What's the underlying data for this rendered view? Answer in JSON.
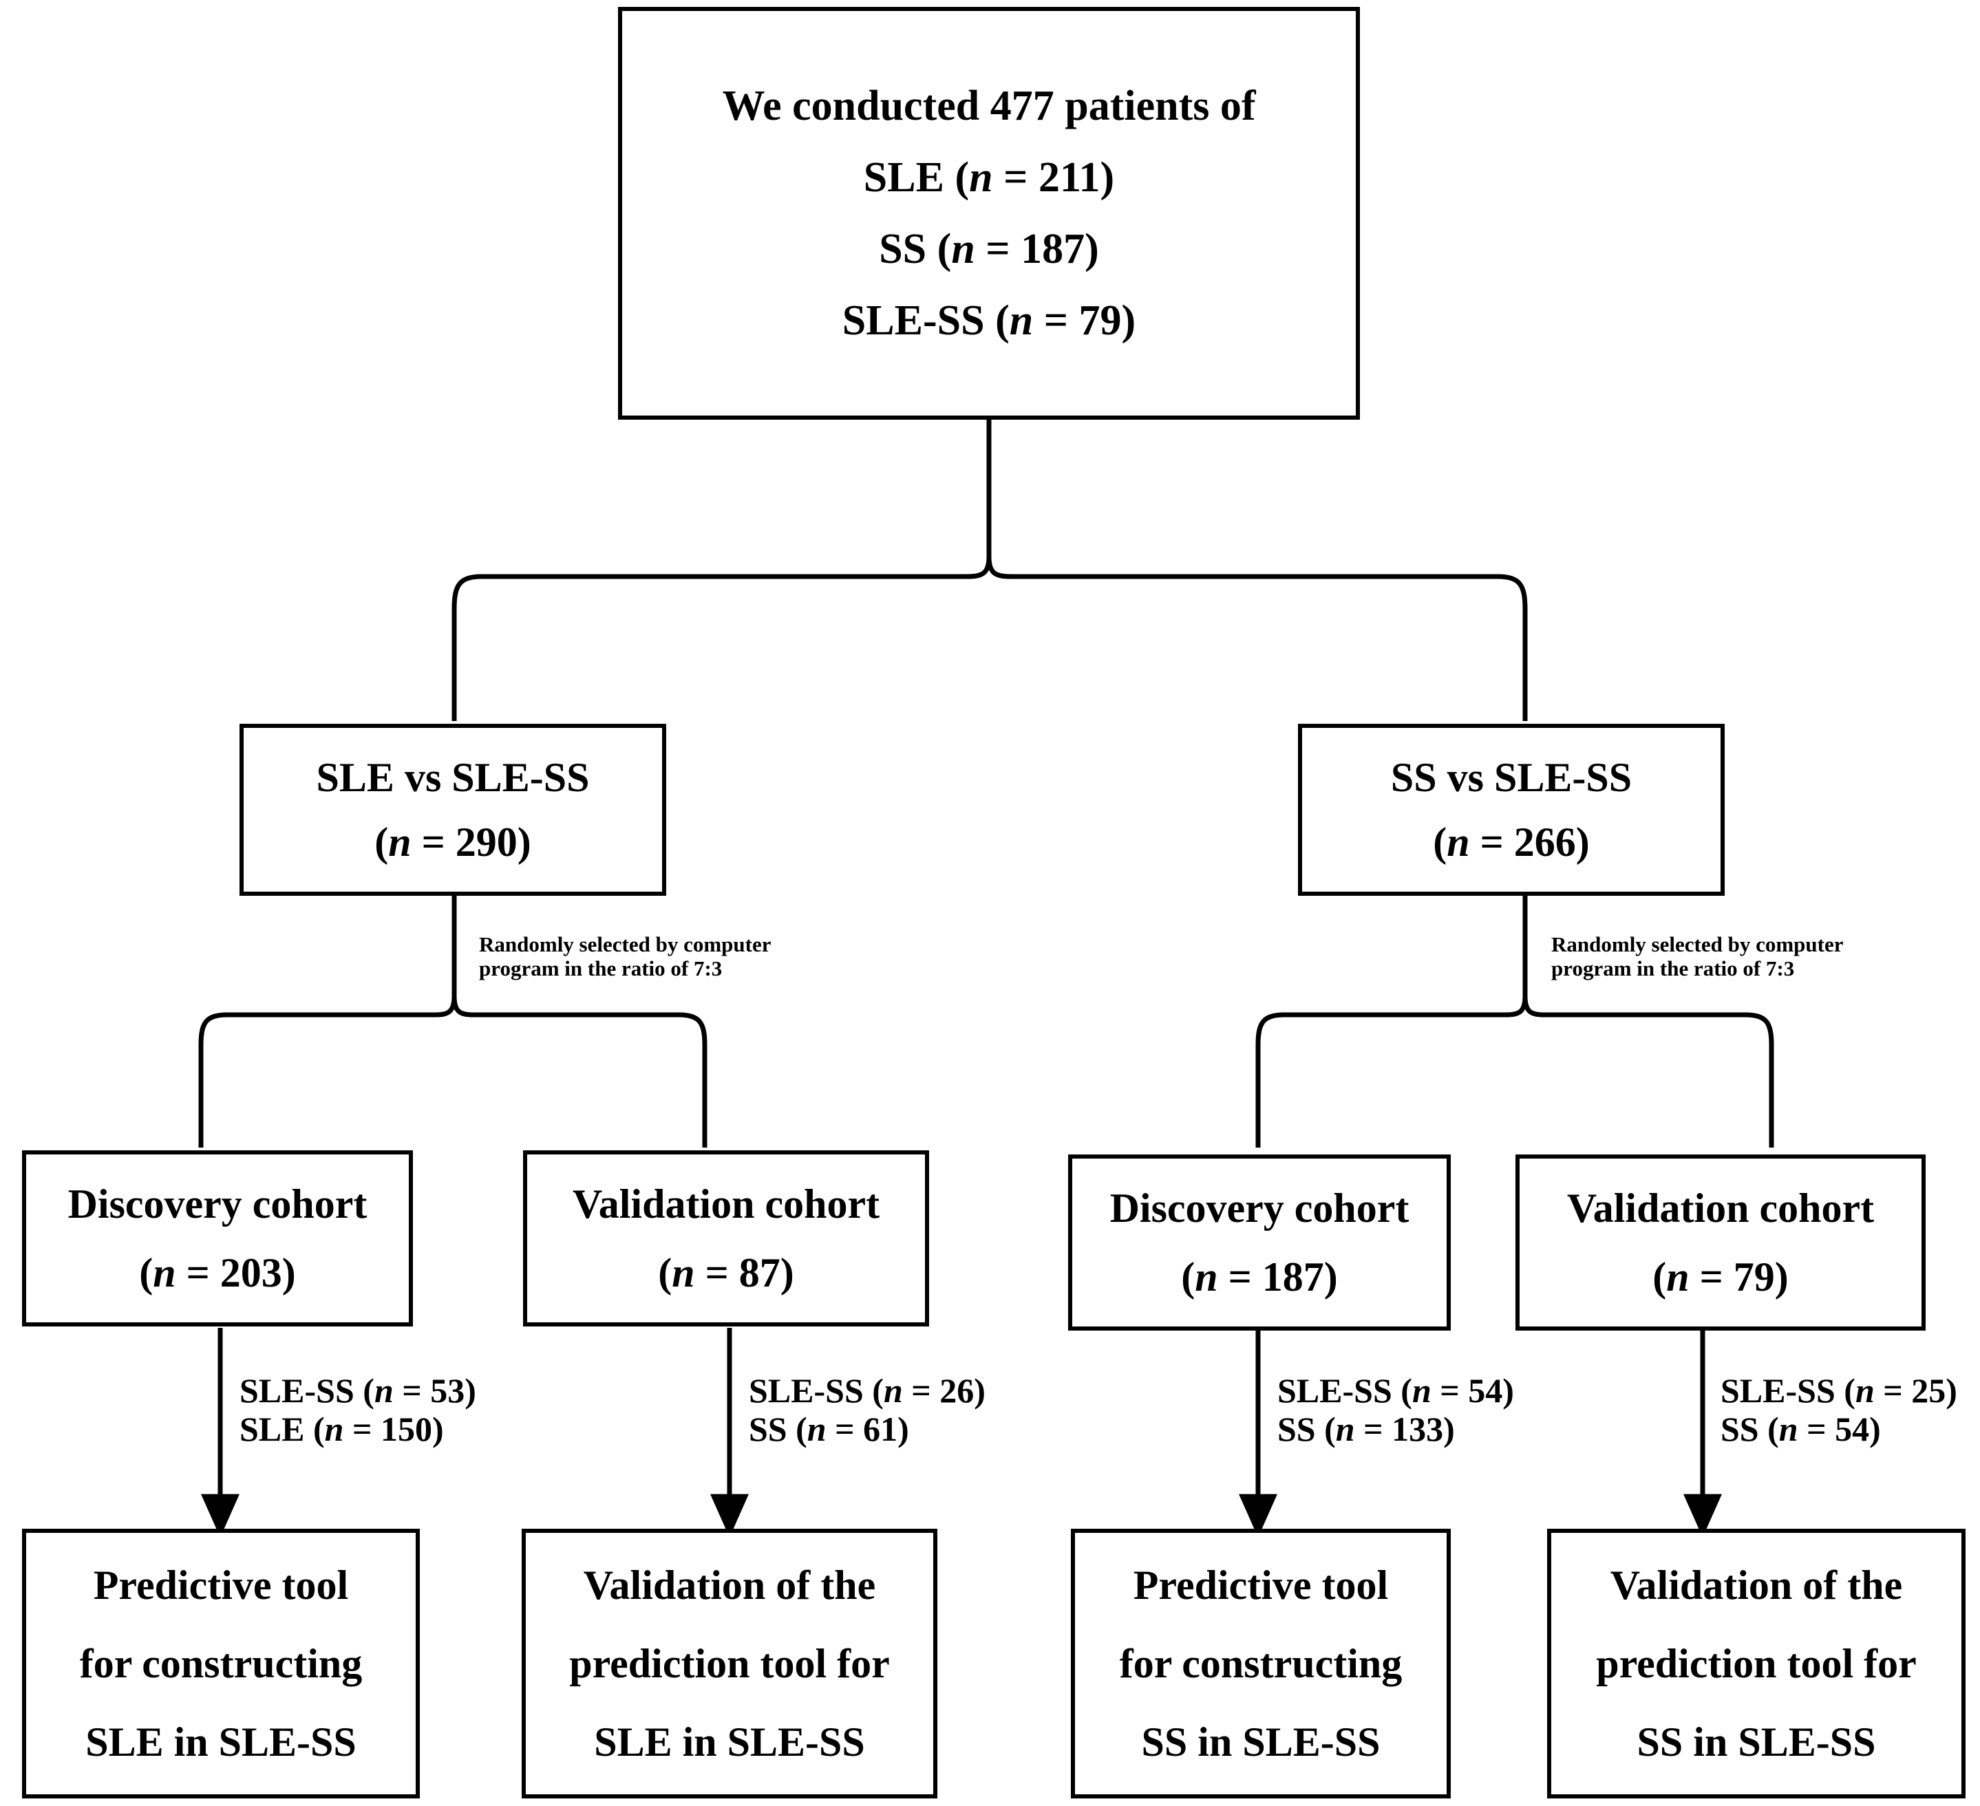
{
  "diagram": {
    "type": "study-flow-chart",
    "root": {
      "id": "enrollment",
      "lines": [
        "We conducted 477 patients of",
        "SLE (n = 211)",
        "SS (n = 187)",
        "SLE-SS (n = 79)"
      ],
      "total_patients": 477,
      "groups": [
        {
          "name": "SLE",
          "n": 211
        },
        {
          "name": "SS",
          "n": 187
        },
        {
          "name": "SLE-SS",
          "n": 79
        }
      ]
    },
    "comparisons": [
      {
        "id": "sle-vs-slss",
        "lines": [
          "SLE vs SLE-SS",
          "(n = 290)"
        ],
        "title": "SLE vs SLE-SS",
        "n": 290,
        "split_note": [
          "Randomly selected by computer",
          "program in the ratio of 7:3"
        ],
        "split_ratio": "7:3",
        "cohorts": [
          {
            "id": "sle-discovery",
            "lines": [
              "Discovery cohort",
              "(n = 203)"
            ],
            "title": "Discovery cohort",
            "n": 203,
            "breakdown": [
              "SLE-SS (n = 53)",
              "SLE (n = 150)"
            ],
            "outcome": {
              "id": "sle-predictive-tool",
              "lines": [
                "Predictive tool",
                "for constructing",
                "SLE in SLE-SS"
              ]
            }
          },
          {
            "id": "sle-validation",
            "lines": [
              "Validation cohort",
              "(n = 87)"
            ],
            "title": "Validation cohort",
            "n": 87,
            "breakdown": [
              "SLE-SS (n = 26)",
              "SS (n = 61)"
            ],
            "outcome": {
              "id": "sle-validation-tool",
              "lines": [
                "Validation of the",
                "prediction tool for",
                "SLE in SLE-SS"
              ]
            }
          }
        ]
      },
      {
        "id": "ss-vs-slss",
        "lines": [
          "SS vs SLE-SS",
          "(n = 266)"
        ],
        "title": "SS vs SLE-SS",
        "n": 266,
        "split_note": [
          "Randomly selected by computer",
          "program in the ratio of 7:3"
        ],
        "split_ratio": "7:3",
        "cohorts": [
          {
            "id": "ss-discovery",
            "lines": [
              "Discovery cohort",
              "(n = 187)"
            ],
            "title": "Discovery cohort",
            "n": 187,
            "breakdown": [
              "SLE-SS (n = 54)",
              "SS (n = 133)"
            ],
            "outcome": {
              "id": "ss-predictive-tool",
              "lines": [
                "Predictive tool",
                "for constructing",
                "SS in SLE-SS"
              ]
            }
          },
          {
            "id": "ss-validation",
            "lines": [
              "Validation cohort",
              "(n = 79)"
            ],
            "title": "Validation cohort",
            "n": 79,
            "breakdown": [
              "SLE-SS (n = 25)",
              "SS (n = 54)"
            ],
            "outcome": {
              "id": "ss-validation-tool",
              "lines": [
                "Validation of the",
                "prediction tool for",
                "SS in SLE-SS"
              ]
            }
          }
        ]
      }
    ],
    "colors": {
      "stroke": "#000000",
      "background": "#ffffff",
      "text": "#000000"
    }
  }
}
